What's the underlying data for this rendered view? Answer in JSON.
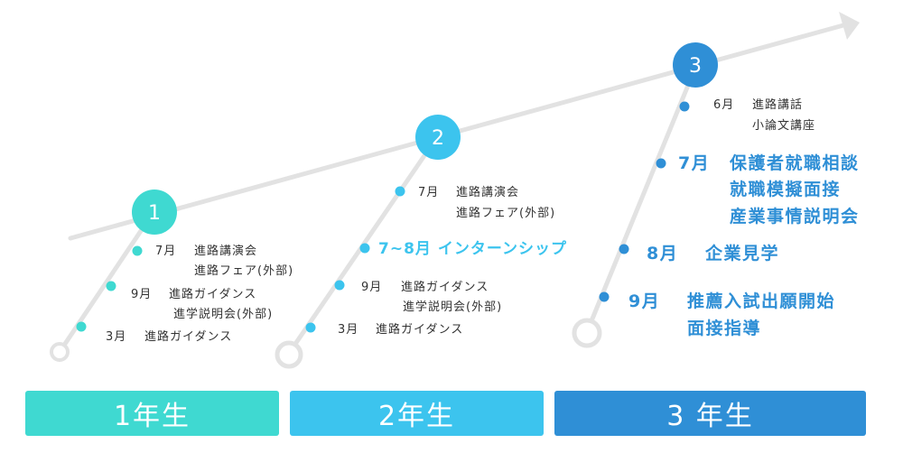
{
  "colors": {
    "teal": "#3fd9d1",
    "sky": "#3cc4ee",
    "blue": "#2f8fd6",
    "line": "#e2e2e2"
  },
  "milestones": [
    "1",
    "2",
    "3"
  ],
  "years": [
    "1年生",
    "2年生",
    "3 年生"
  ],
  "grade1": {
    "e1": {
      "month": "7月",
      "line1": "進路講演会",
      "line2": "進路フェア(外部)"
    },
    "e2": {
      "month": "9月",
      "line1": "進路ガイダンス",
      "line2": "進学説明会(外部)"
    },
    "e3": {
      "month": "3月",
      "line1": "進路ガイダンス"
    }
  },
  "grade2": {
    "e1": {
      "month": "7月",
      "line1": "進路講演会",
      "line2": "進路フェア(外部)"
    },
    "e2": {
      "text": "7~8月 インターンシップ"
    },
    "e3": {
      "month": "9月",
      "line1": "進路ガイダンス",
      "line2": "進学説明会(外部)"
    },
    "e4": {
      "month": "3月",
      "line1": "進路ガイダンス"
    }
  },
  "grade3": {
    "e1": {
      "month": "6月",
      "line1": "進路講話",
      "line2": "小論文講座"
    },
    "e2": {
      "month": "7月",
      "line1": "保護者就職相談",
      "line2": "就職模擬面接",
      "line3": "産業事情説明会"
    },
    "e3": {
      "month": "8月",
      "line1": "企業見学"
    },
    "e4": {
      "month": "9月",
      "line1": "推薦入試出願開始",
      "line2": "面接指導"
    }
  }
}
